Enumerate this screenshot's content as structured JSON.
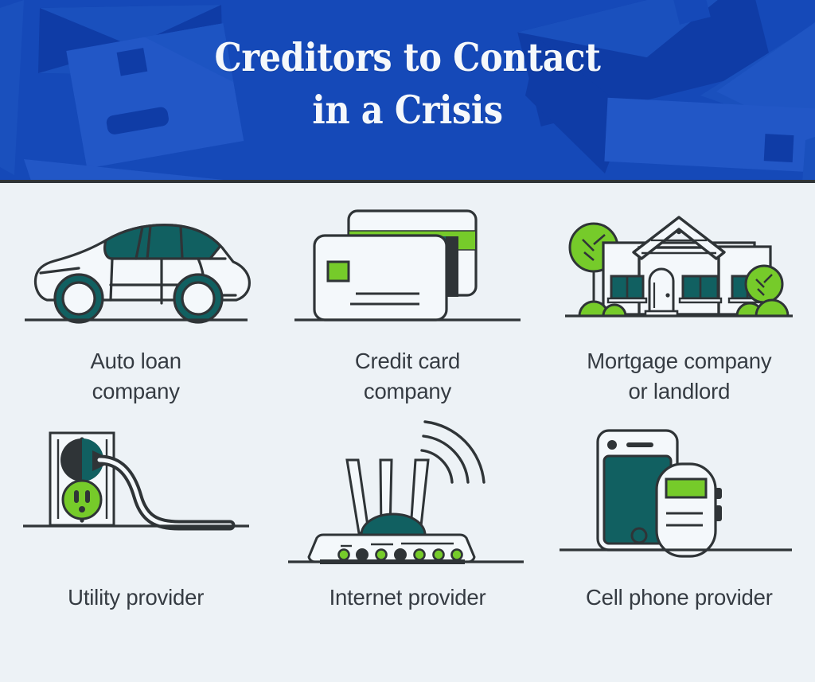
{
  "header": {
    "title_line1": "Creditors to Contact",
    "title_line2": "in a Crisis",
    "bg_color": "#1549b8",
    "shape_color_dark": "#0f3ca6",
    "shape_color_light": "#2257c6",
    "title_color": "#f5f8fb"
  },
  "theme": {
    "page_bg": "#edf2f6",
    "ink": "#2f3437",
    "label_text": "#353b42",
    "teal": "#116061",
    "teal_dark": "#0e5254",
    "green": "#76cb2a",
    "green_dark": "#5fb024",
    "white": "#f4f8fb"
  },
  "items": [
    {
      "icon": "car-icon",
      "label_line1": "Auto loan",
      "label_line2": "company",
      "label_full": "Auto loan company"
    },
    {
      "icon": "credit-card-icon",
      "label_line1": "Credit card",
      "label_line2": "company",
      "label_full": "Credit card company"
    },
    {
      "icon": "house-icon",
      "label_line1": "Mortgage company",
      "label_line2": "or landlord",
      "label_full": "Mortgage company or landlord"
    },
    {
      "icon": "power-outlet-icon",
      "label_line1": "Utility provider",
      "label_line2": "",
      "label_full": "Utility provider"
    },
    {
      "icon": "wifi-router-icon",
      "label_line1": "Internet provider",
      "label_line2": "",
      "label_full": "Internet provider"
    },
    {
      "icon": "cell-phone-icon",
      "label_line1": "Cell phone provider",
      "label_line2": "",
      "label_full": "Cell phone provider"
    }
  ]
}
